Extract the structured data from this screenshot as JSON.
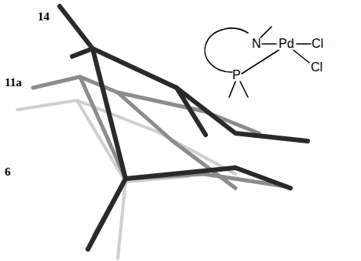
{
  "diagram": {
    "labels": [
      "14",
      "11a",
      "6",
      "N",
      "Pd",
      "Cl",
      "Cl",
      "P"
    ]
  }
}
